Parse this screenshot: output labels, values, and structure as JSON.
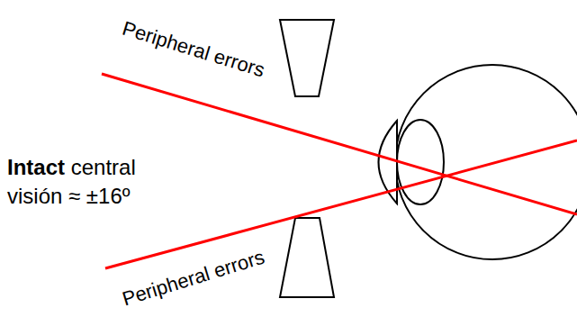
{
  "diagram": {
    "labels": [
      "Peripheral errors",
      "Peripheral errors",
      "Intact",
      "central visión ≈ ±16º"
    ]
  }
}
